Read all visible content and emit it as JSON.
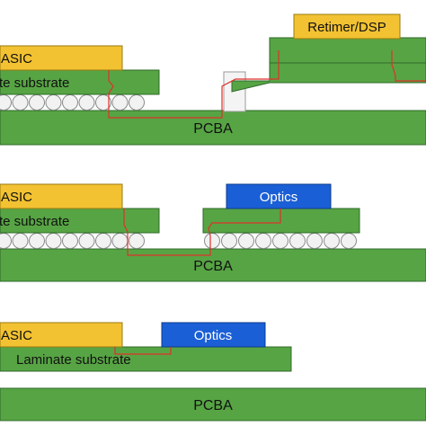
{
  "colors": {
    "green": "#57a444",
    "green_stroke": "#2f6a2a",
    "asic_yellow": "#f2c232",
    "asic_stroke": "#9a7a10",
    "optics_blue": "#1b5fd6",
    "optics_stroke": "#0d3b8a",
    "trace_red": "#e0302a",
    "ball_fill": "#f2f2f2",
    "ball_stroke": "#8a8a8a",
    "connector_fill": "#f4f4f4",
    "connector_stroke": "#9a9a9a"
  },
  "panel1": {
    "asic_label": "ASIC",
    "substrate_label": "te substrate",
    "retimer_label": "Retimer/DSP",
    "pcba_label": "PCBA"
  },
  "panel2": {
    "asic_label": "ASIC",
    "substrate_label": "te substrate",
    "optics_label": "Optics",
    "pcba_label": "PCBA"
  },
  "panel3": {
    "asic_label": "ASIC",
    "substrate_label": "Laminate substrate",
    "optics_label": "Optics",
    "pcba_label": "PCBA"
  }
}
